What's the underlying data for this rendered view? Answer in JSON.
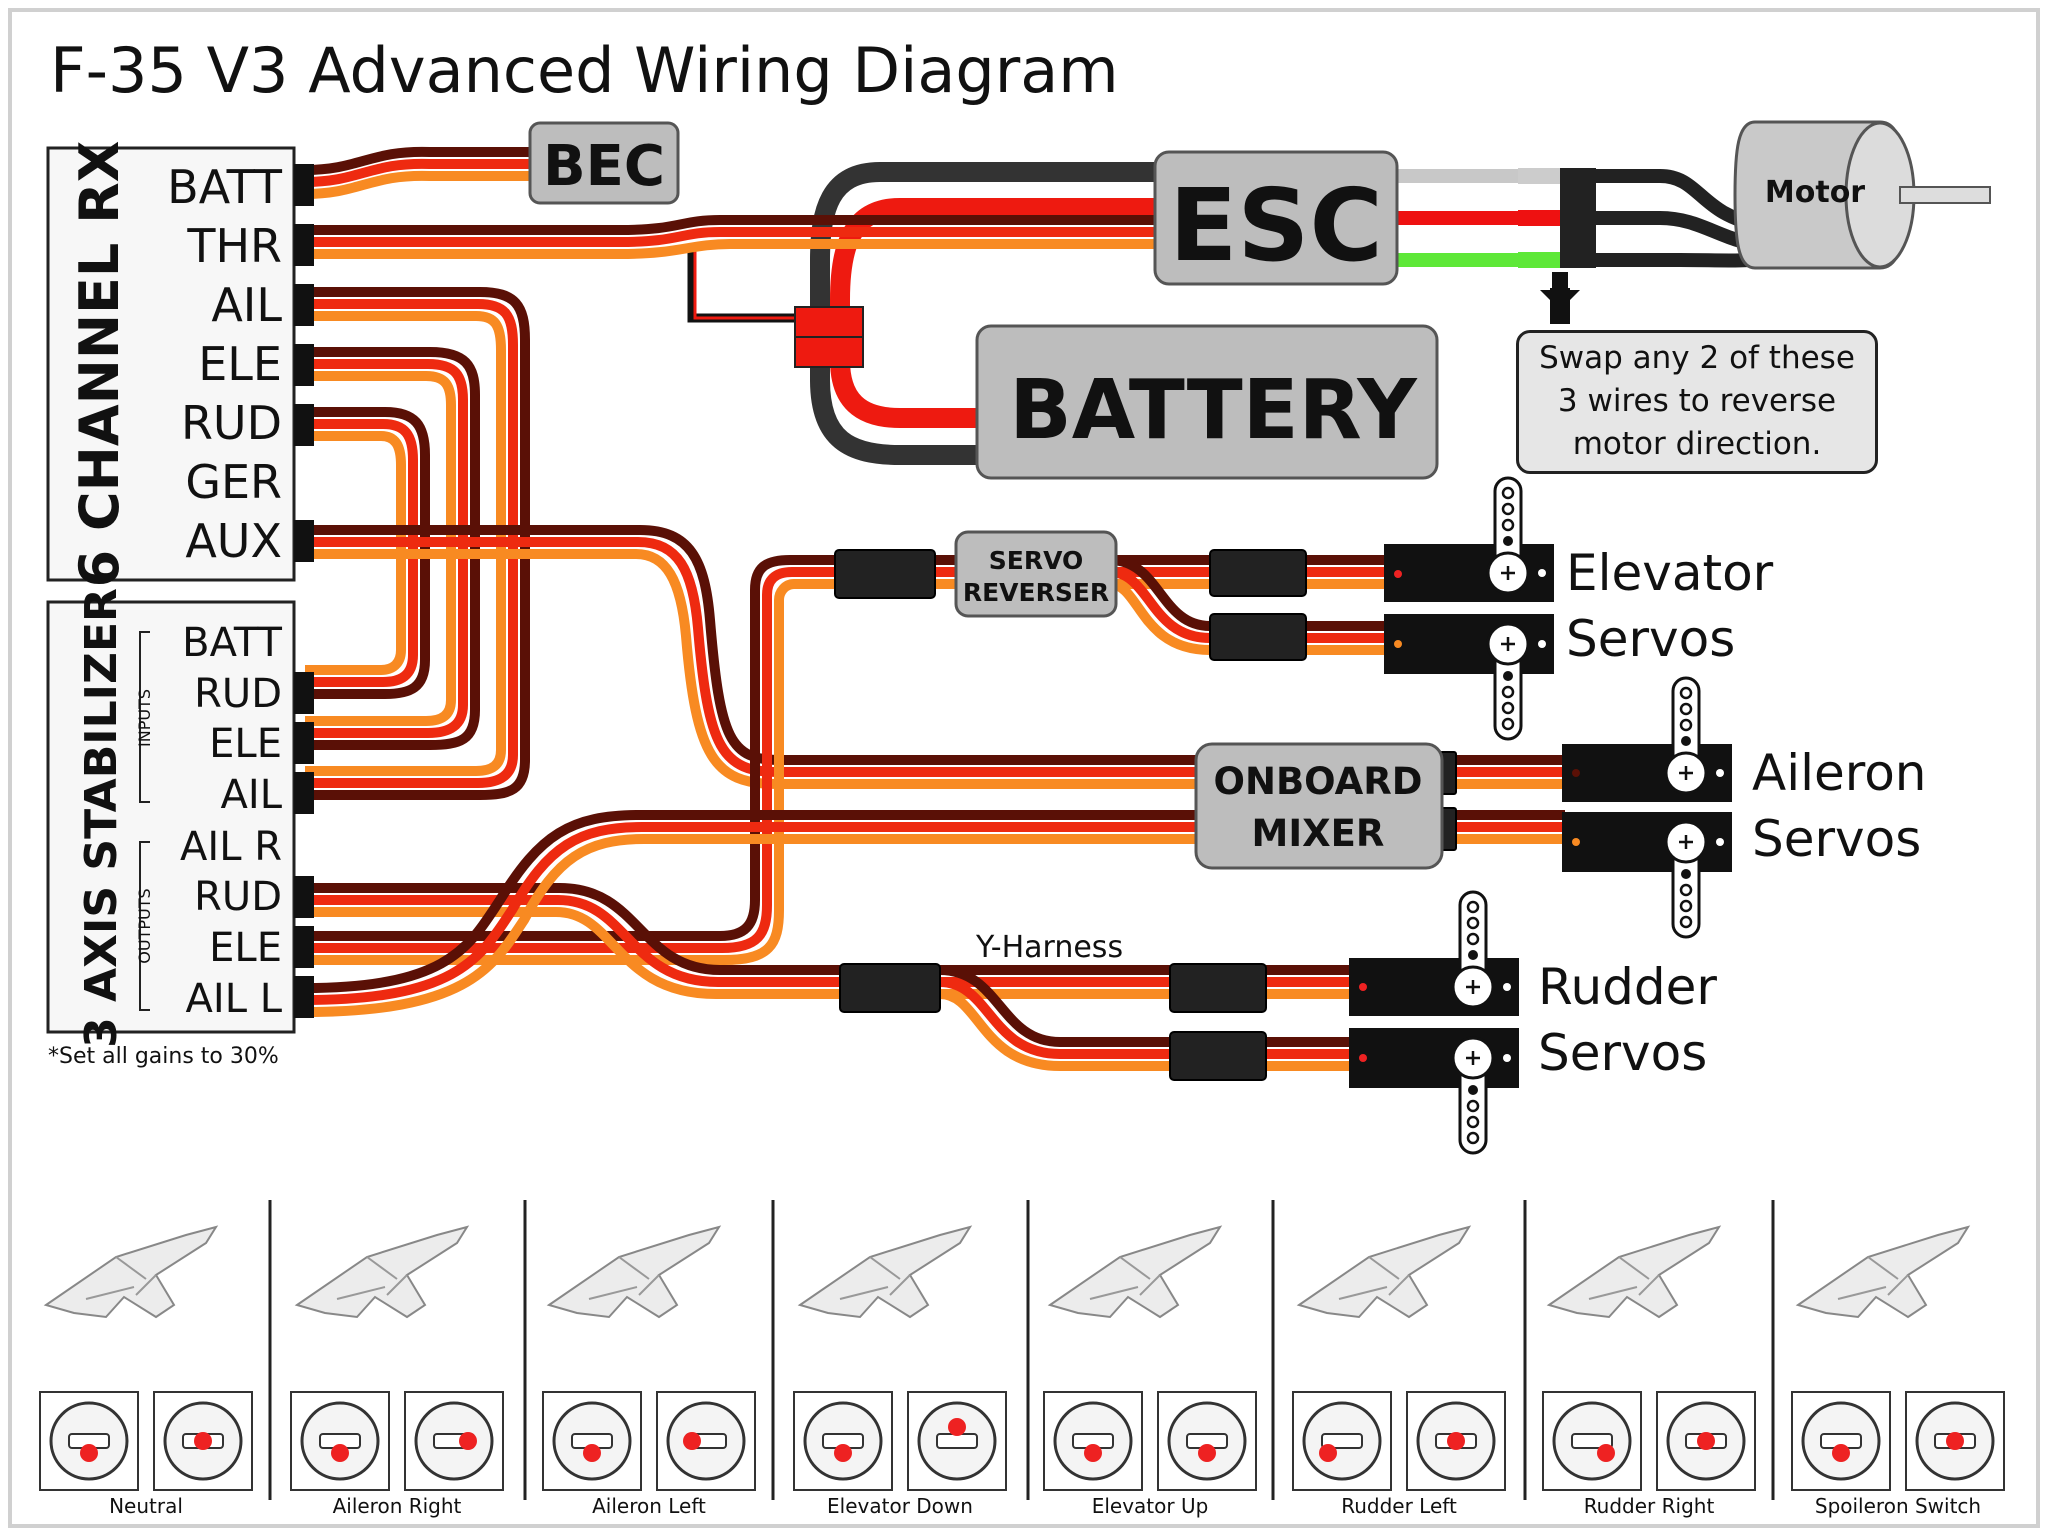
{
  "title": "F-35 V3 Advanced Wiring Diagram",
  "receiver": {
    "title": "6 CHANNEL RX",
    "channels": [
      "BATT",
      "THR",
      "AIL",
      "ELE",
      "RUD",
      "GER",
      "AUX"
    ]
  },
  "stabilizer": {
    "title": "3 AXIS STABILIZER",
    "inputs_label": "INPUTS",
    "outputs_label": "OUTPUTS",
    "inputs": [
      "BATT",
      "RUD",
      "ELE",
      "AIL"
    ],
    "outputs": [
      "AIL R",
      "RUD",
      "ELE",
      "AIL L"
    ]
  },
  "components": {
    "bec": "BEC",
    "esc": "ESC",
    "battery": "BATTERY",
    "motor": "Motor",
    "servo_reverser_line1": "SERVO",
    "servo_reverser_line2": "REVERSER",
    "mixer_line1": "ONBOARD",
    "mixer_line2": "MIXER",
    "y_harness": "Y-Harness"
  },
  "notes": {
    "swap_wires": [
      "Swap any 2 of these",
      "3 wires to reverse",
      "motor direction."
    ],
    "gains": "*Set all gains to 30%"
  },
  "servo_groups": [
    {
      "line1": "Elevator",
      "line2": "Servos"
    },
    {
      "line1": "Aileron",
      "line2": "Servos"
    },
    {
      "line1": "Rudder",
      "line2": "Servos"
    }
  ],
  "control_panels": [
    "Neutral",
    "Aileron Right",
    "Aileron Left",
    "Elevator Down",
    "Elevator Up",
    "Rudder Left",
    "Rudder Right",
    "Spoileron Switch"
  ],
  "colors": {
    "wire_dark": "#5a1006",
    "wire_red": "#ee2a10",
    "wire_orange": "#f88a22",
    "motor_phase_a": "#c8c8c8",
    "motor_phase_b": "#ee1111",
    "motor_phase_c": "#5ee838",
    "component_fill": "#bdbdbd",
    "highlight": "#ee2222"
  }
}
